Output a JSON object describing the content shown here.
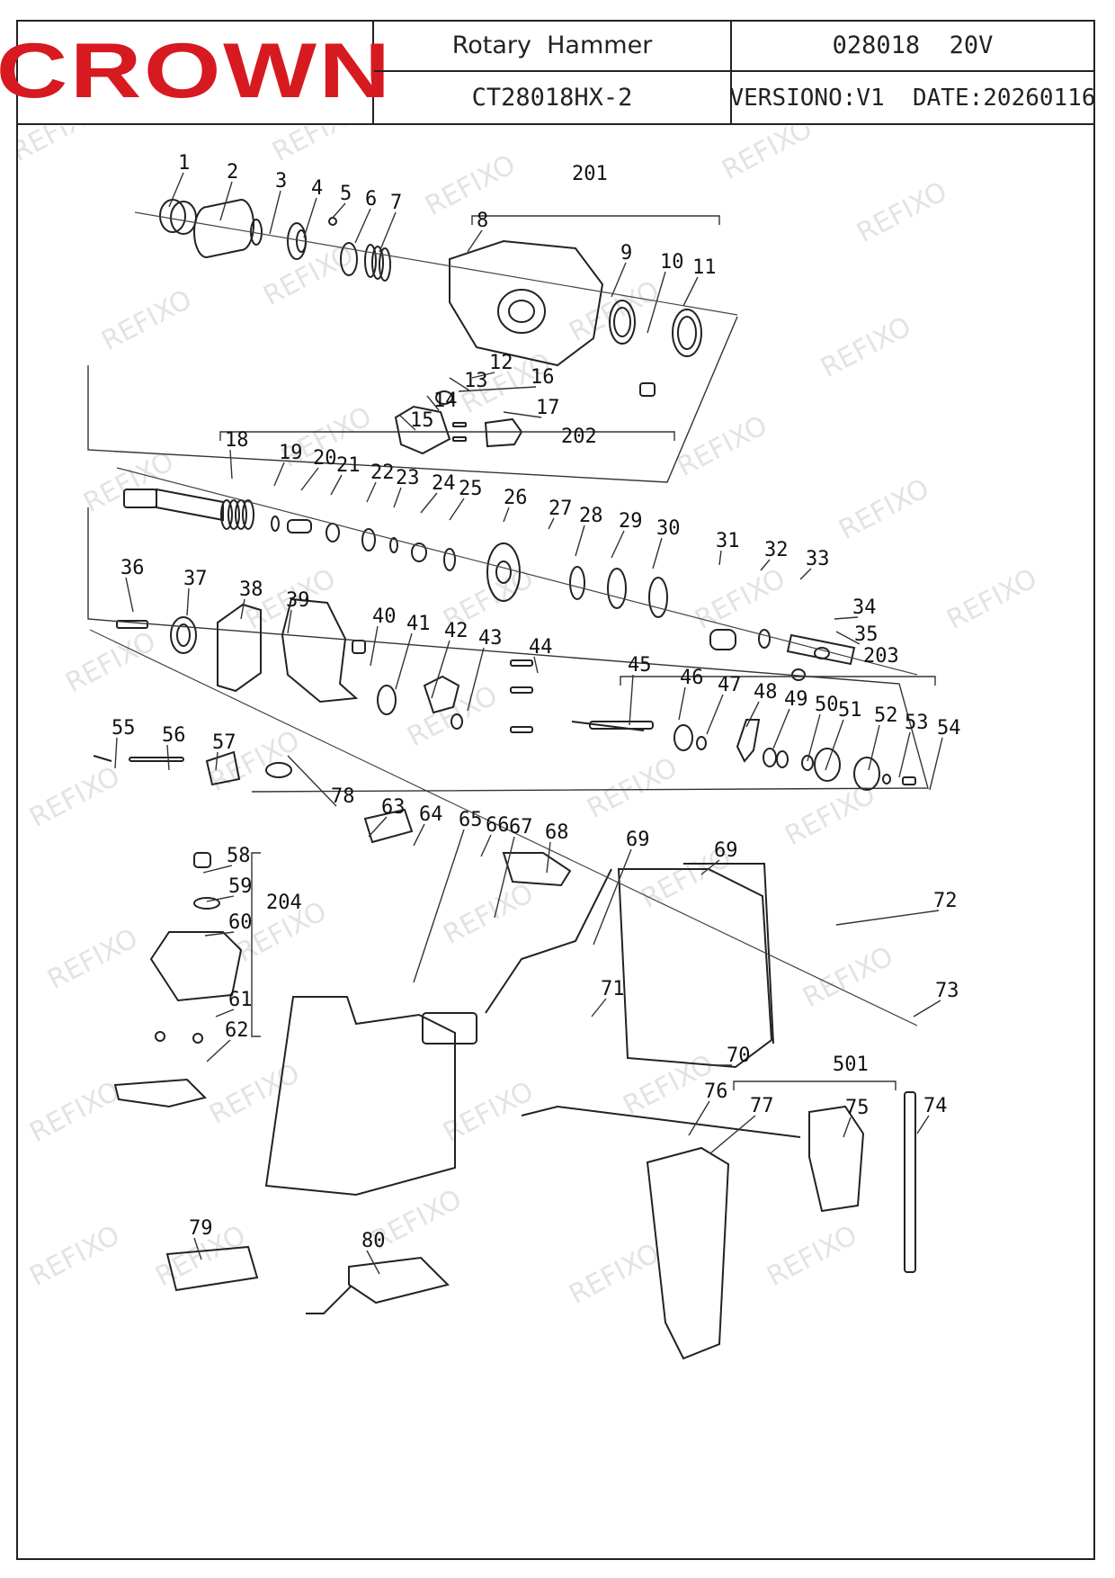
{
  "header": {
    "brand": "CROWN",
    "product_name": "Rotary  Hammer",
    "product_code": "028018  20V",
    "model": "CT28018HX-2",
    "version_date": "VERSIONO:V1  DATE:20260116"
  },
  "watermark": "REFIXO",
  "callouts": [
    "1",
    "2",
    "3",
    "4",
    "5",
    "6",
    "7",
    "8",
    "9",
    "10",
    "11",
    "12",
    "13",
    "14",
    "15",
    "16",
    "17",
    "18",
    "19",
    "20",
    "21",
    "22",
    "23",
    "24",
    "25",
    "26",
    "27",
    "28",
    "29",
    "30",
    "31",
    "32",
    "33",
    "34",
    "35",
    "36",
    "37",
    "38",
    "39",
    "40",
    "41",
    "42",
    "43",
    "44",
    "45",
    "46",
    "47",
    "48",
    "49",
    "50",
    "51",
    "52",
    "53",
    "54",
    "55",
    "56",
    "57",
    "58",
    "59",
    "60",
    "61",
    "62",
    "63",
    "64",
    "65",
    "66",
    "67",
    "68",
    "69",
    "69",
    "70",
    "71",
    "72",
    "73",
    "74",
    "75",
    "76",
    "77",
    "78",
    "79",
    "80"
  ],
  "assemblies": [
    "201",
    "202",
    "203",
    "204",
    "501"
  ],
  "colors": {
    "brand_red": "#d71920",
    "line": "#222222",
    "watermark": "#e3e3e3"
  }
}
